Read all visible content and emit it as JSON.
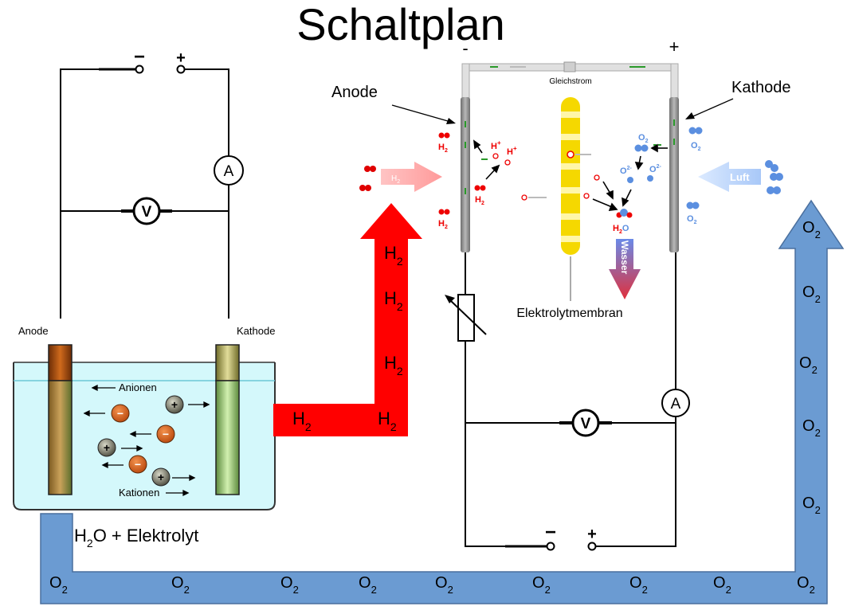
{
  "title": "Schaltplan",
  "electrolysis": {
    "terminal_minus": "−",
    "terminal_plus": "+",
    "ammeter_symbol": "A",
    "voltmeter_symbol": "V",
    "anode_label": "Anode",
    "cathode_label": "Kathode",
    "anions_label": "Anionen",
    "cations_label": "Kationen",
    "anion_sign": "−",
    "cation_sign": "+",
    "electrolyte_label_h": "H",
    "electrolyte_label_sub": "2",
    "electrolyte_label_rest": "O + Elektrolyt"
  },
  "hydrogen_pipe": {
    "label_main": "H",
    "label_sub": "2"
  },
  "oxygen_pipe": {
    "label_main": "O",
    "label_sub": "2"
  },
  "fuel_cell": {
    "anode_label": "Anode",
    "cathode_label": "Kathode",
    "top_minus": "-",
    "top_plus": "+",
    "current_label": "Gleichstrom",
    "membrane_label": "Elektrolytmembran",
    "h2_inlet_label": "H",
    "h2_inlet_sub": "2",
    "air_label": "Luft",
    "water_label": "Wasser",
    "proton_label": "H",
    "proton_sup": "+",
    "h2_main": "H",
    "h2_sub": "2",
    "o2_main": "O",
    "o2_sub": "2",
    "oxide_main": "O",
    "oxide_sup": "2-",
    "water_mol_main": "H",
    "water_mol_sub": "2",
    "water_mol_rest": "O",
    "ammeter_symbol": "A",
    "voltmeter_symbol": "V",
    "terminal_minus": "−",
    "terminal_plus": "+"
  },
  "colors": {
    "hydrogen_red": "#ff0000",
    "oxygen_blue": "#6b9bd2",
    "electrolyte_cyan": "#d4f8fb",
    "membrane_yellow": "#f5d800",
    "electrode_gray": "#8a8a8a"
  }
}
